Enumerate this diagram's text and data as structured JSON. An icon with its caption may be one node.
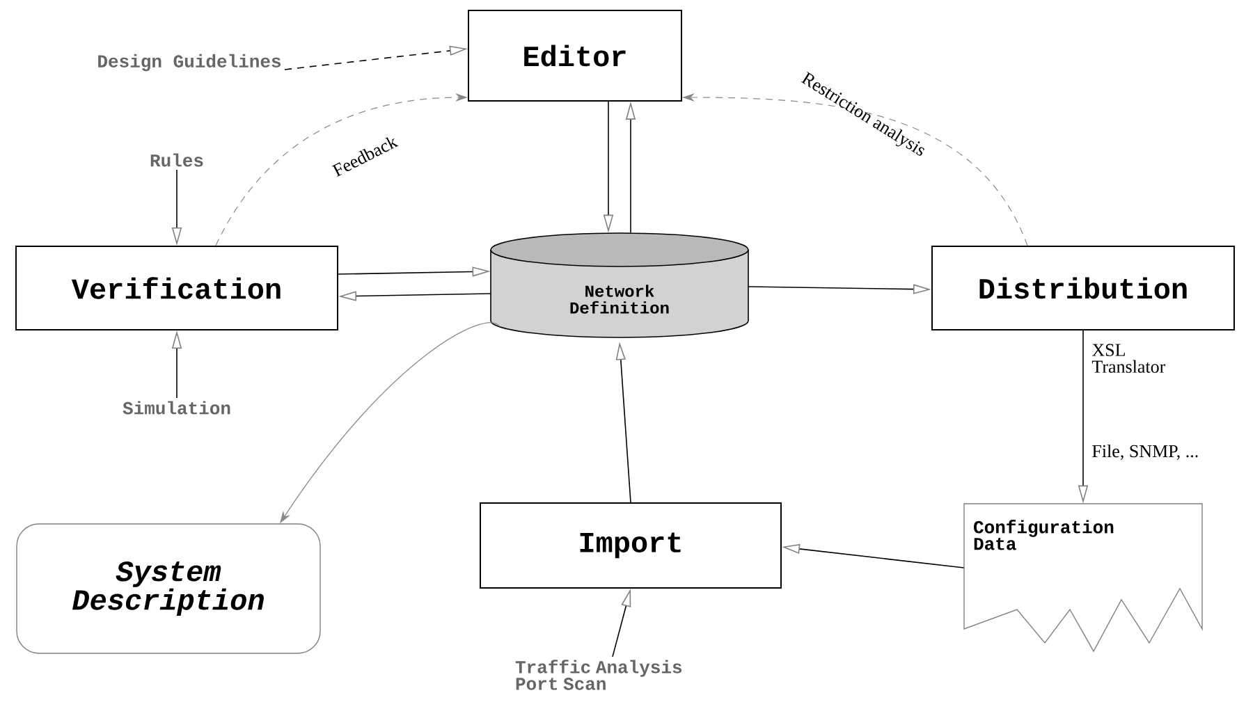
{
  "diagram": {
    "nodes": [
      {
        "text": [
          "Editor"
        ]
      },
      {
        "text": [
          "Design Guidelines"
        ]
      },
      {
        "text": [
          "Verification"
        ]
      },
      {
        "text": [
          "Rules"
        ]
      },
      {
        "text": [
          "Simulation"
        ]
      },
      {
        "text": [
          "Network Definition"
        ]
      },
      {
        "text": [
          "Distribution"
        ]
      },
      {
        "text": [
          "Configuration Data"
        ]
      },
      {
        "text": [
          "Import"
        ]
      },
      {
        "text": [
          "Traffic Analysis Port Scan"
        ]
      },
      {
        "text": [
          "System Description"
        ]
      }
    ],
    "edges": [
      {
        "from": 1,
        "to": 0,
        "arrow": "to",
        "style": "dashed"
      },
      {
        "from": 2,
        "to": 0,
        "arrow": "to",
        "style": "dashed",
        "color": "#888888",
        "label": "Feedback"
      },
      {
        "from": 6,
        "to": 0,
        "arrow": "to",
        "style": "dashed",
        "color": "#888888",
        "label": "Restriction analysis"
      },
      {
        "from": 0,
        "to": 5,
        "arrow": "to"
      },
      {
        "from": 5,
        "to": 0,
        "arrow": "to"
      },
      {
        "from": 3,
        "to": 2,
        "arrow": "to"
      },
      {
        "from": 4,
        "to": 2,
        "arrow": "to"
      },
      {
        "from": 2,
        "to": 5,
        "arrow": "to"
      },
      {
        "from": 5,
        "to": 2,
        "arrow": "to"
      },
      {
        "from": 5,
        "to": 6,
        "arrow": "to"
      },
      {
        "from": 6,
        "to": 7,
        "arrow": "to",
        "label": "XSL Translator"
      },
      {
        "from": 7,
        "to": 8,
        "arrow": "to"
      },
      {
        "from": 8,
        "to": 5,
        "arrow": "to"
      },
      {
        "from": 9,
        "to": 8,
        "arrow": "to"
      },
      {
        "from": 5,
        "to": 10,
        "arrow": "to",
        "color": "#888888"
      }
    ],
    "labels": [
      "File, SNMP, ..."
    ]
  }
}
